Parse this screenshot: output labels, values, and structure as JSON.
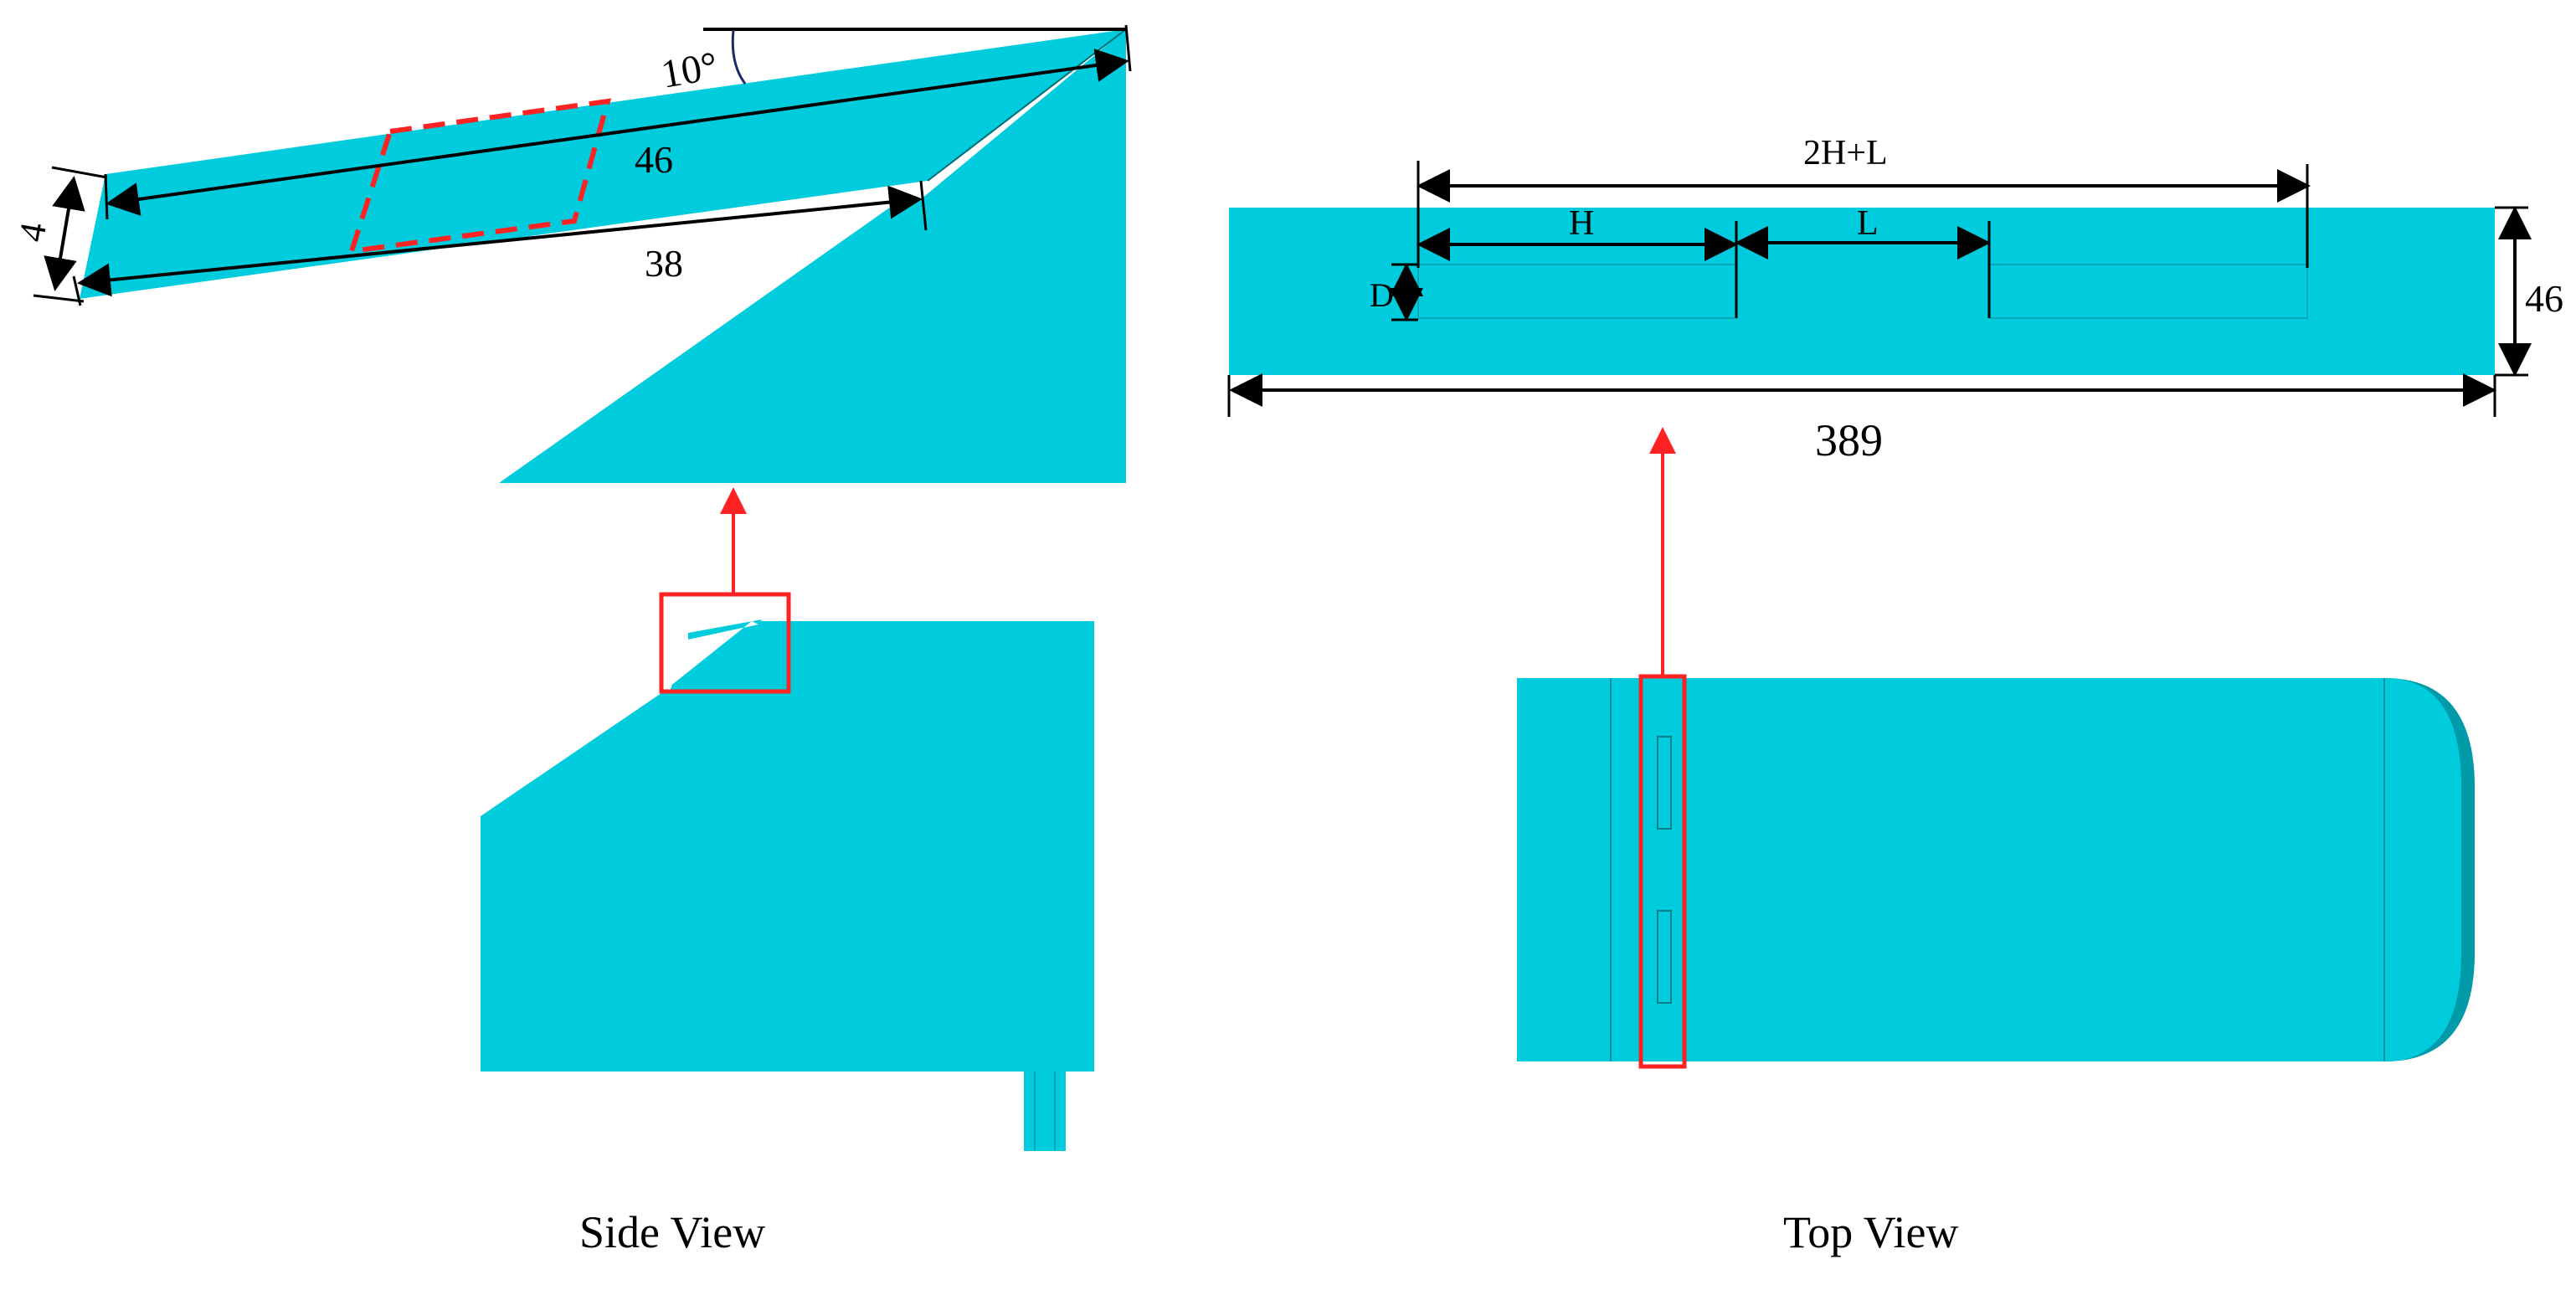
{
  "colors": {
    "body": "#00CCDD",
    "body_dark": "#009AA8",
    "highlight": "#FF2222",
    "dimension": "#000000",
    "angle_arc": "#1A2A66"
  },
  "side_detail": {
    "angle": "10°",
    "thickness": "4",
    "top_length": "46",
    "bottom_length": "38"
  },
  "top_detail": {
    "overall_span": "2H+L",
    "slot_length": "H",
    "slot_gap": "L",
    "slot_offset": "D",
    "width": "46",
    "length": "389"
  },
  "captions": {
    "side": "Side View",
    "top": "Top View"
  }
}
